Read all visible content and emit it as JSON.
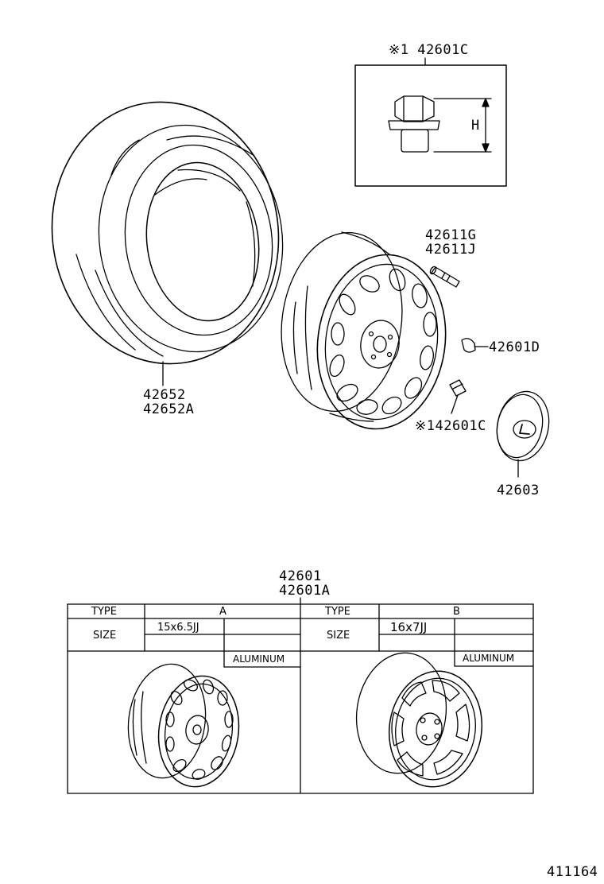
{
  "callouts": {
    "lug_nut_detail": "※1 42601C",
    "detail_dim": "H",
    "valve_1": "42611G",
    "valve_2": "42611J",
    "weight": "42601D",
    "lug_nut": "※142601C",
    "tire_1": "42652",
    "tire_2": "42652A",
    "hub_cap": "42603",
    "wheel_1": "42601",
    "wheel_2": "42601A"
  },
  "table": {
    "type_label": "TYPE",
    "size_label": "SIZE",
    "type_a": "A",
    "type_b": "B",
    "size_a": "15x6.5JJ",
    "size_b": "16x7JJ",
    "material_a": "ALUMINUM",
    "material_b": "ALUMINUM"
  },
  "diagram_id": "411164"
}
